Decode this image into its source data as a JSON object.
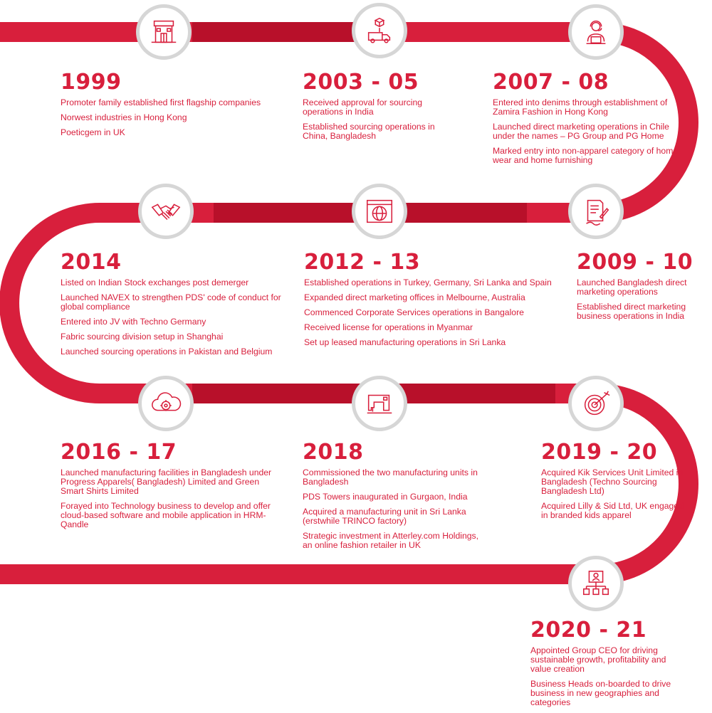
{
  "colors": {
    "road": "#d81f3c",
    "road_dark": "#b8102a",
    "node_ring": "#d6d6d6",
    "text": "#d81f3c"
  },
  "milestones": [
    {
      "year": "1999",
      "icon": "office-building-icon",
      "items": [
        "Promoter family established first flagship companies",
        "Norwest industries in Hong Kong",
        "Poeticgem in UK"
      ]
    },
    {
      "year": "2003 - 05",
      "icon": "delivery-truck-icon",
      "items": [
        "Received approval for sourcing operations in India",
        "Established sourcing operations in China, Bangladesh"
      ]
    },
    {
      "year": "2007 - 08",
      "icon": "customer-support-agent-icon",
      "items": [
        "Entered into denims through establishment of Zamira Fashion in Hong Kong",
        "Launched direct marketing operations in Chile under the names – PG Group and PG Home",
        "Marked entry into non-apparel category of home wear and home furnishing"
      ]
    },
    {
      "year": "2009 - 10",
      "icon": "document-signing-icon",
      "items": [
        "Launched Bangladesh direct marketing operations",
        "Established direct marketing business operations in India"
      ]
    },
    {
      "year": "2012 - 13",
      "icon": "web-globe-icon",
      "items": [
        "Established operations in Turkey, Germany, Sri Lanka and Spain",
        "Expanded direct marketing offices in Melbourne, Australia",
        "Commenced Corporate Services operations in Bangalore",
        "Received license for operations in Myanmar",
        "Set up leased manufacturing operations in Sri Lanka"
      ]
    },
    {
      "year": "2014",
      "icon": "handshake-icon",
      "items": [
        "Listed on Indian Stock exchanges post demerger",
        "Launched NAVEX to strengthen PDS' code of conduct for global compliance",
        "Entered into JV with Techno Germany",
        "Fabric sourcing division setup in Shanghai",
        "Launched sourcing operations in Pakistan and Belgium"
      ]
    },
    {
      "year": "2016 - 17",
      "icon": "cloud-gear-icon",
      "items": [
        "Launched manufacturing facilities in Bangladesh under Progress Apparels( Bangladesh) Limited and Green Smart Shirts Limited",
        "Forayed into Technology business to develop and offer cloud-based software and mobile application in HRM-Qandle"
      ]
    },
    {
      "year": "2018",
      "icon": "sewing-machine-icon",
      "items": [
        "Commissioned the two manufacturing units in Bangladesh",
        "PDS Towers inaugurated in Gurgaon, India",
        "Acquired a manufacturing unit in Sri Lanka (erstwhile TRINCO factory)",
        "Strategic investment in Atterley.com Holdings, an online fashion retailer in UK"
      ]
    },
    {
      "year": "2019 - 20",
      "icon": "target-arrow-icon",
      "items": [
        "Acquired Kik Services Unit Limited in Bangladesh (Techno Sourcing Bangladesh Ltd)",
        "Acquired Lilly & Sid Ltd, UK engaged in branded kids apparel"
      ]
    },
    {
      "year": "2020 - 21",
      "icon": "org-chart-presenter-icon",
      "items": [
        "Appointed Group CEO for driving sustainable growth, profitability and value creation",
        "Business Heads on-boarded to drive business in new geographies and categories"
      ]
    }
  ]
}
